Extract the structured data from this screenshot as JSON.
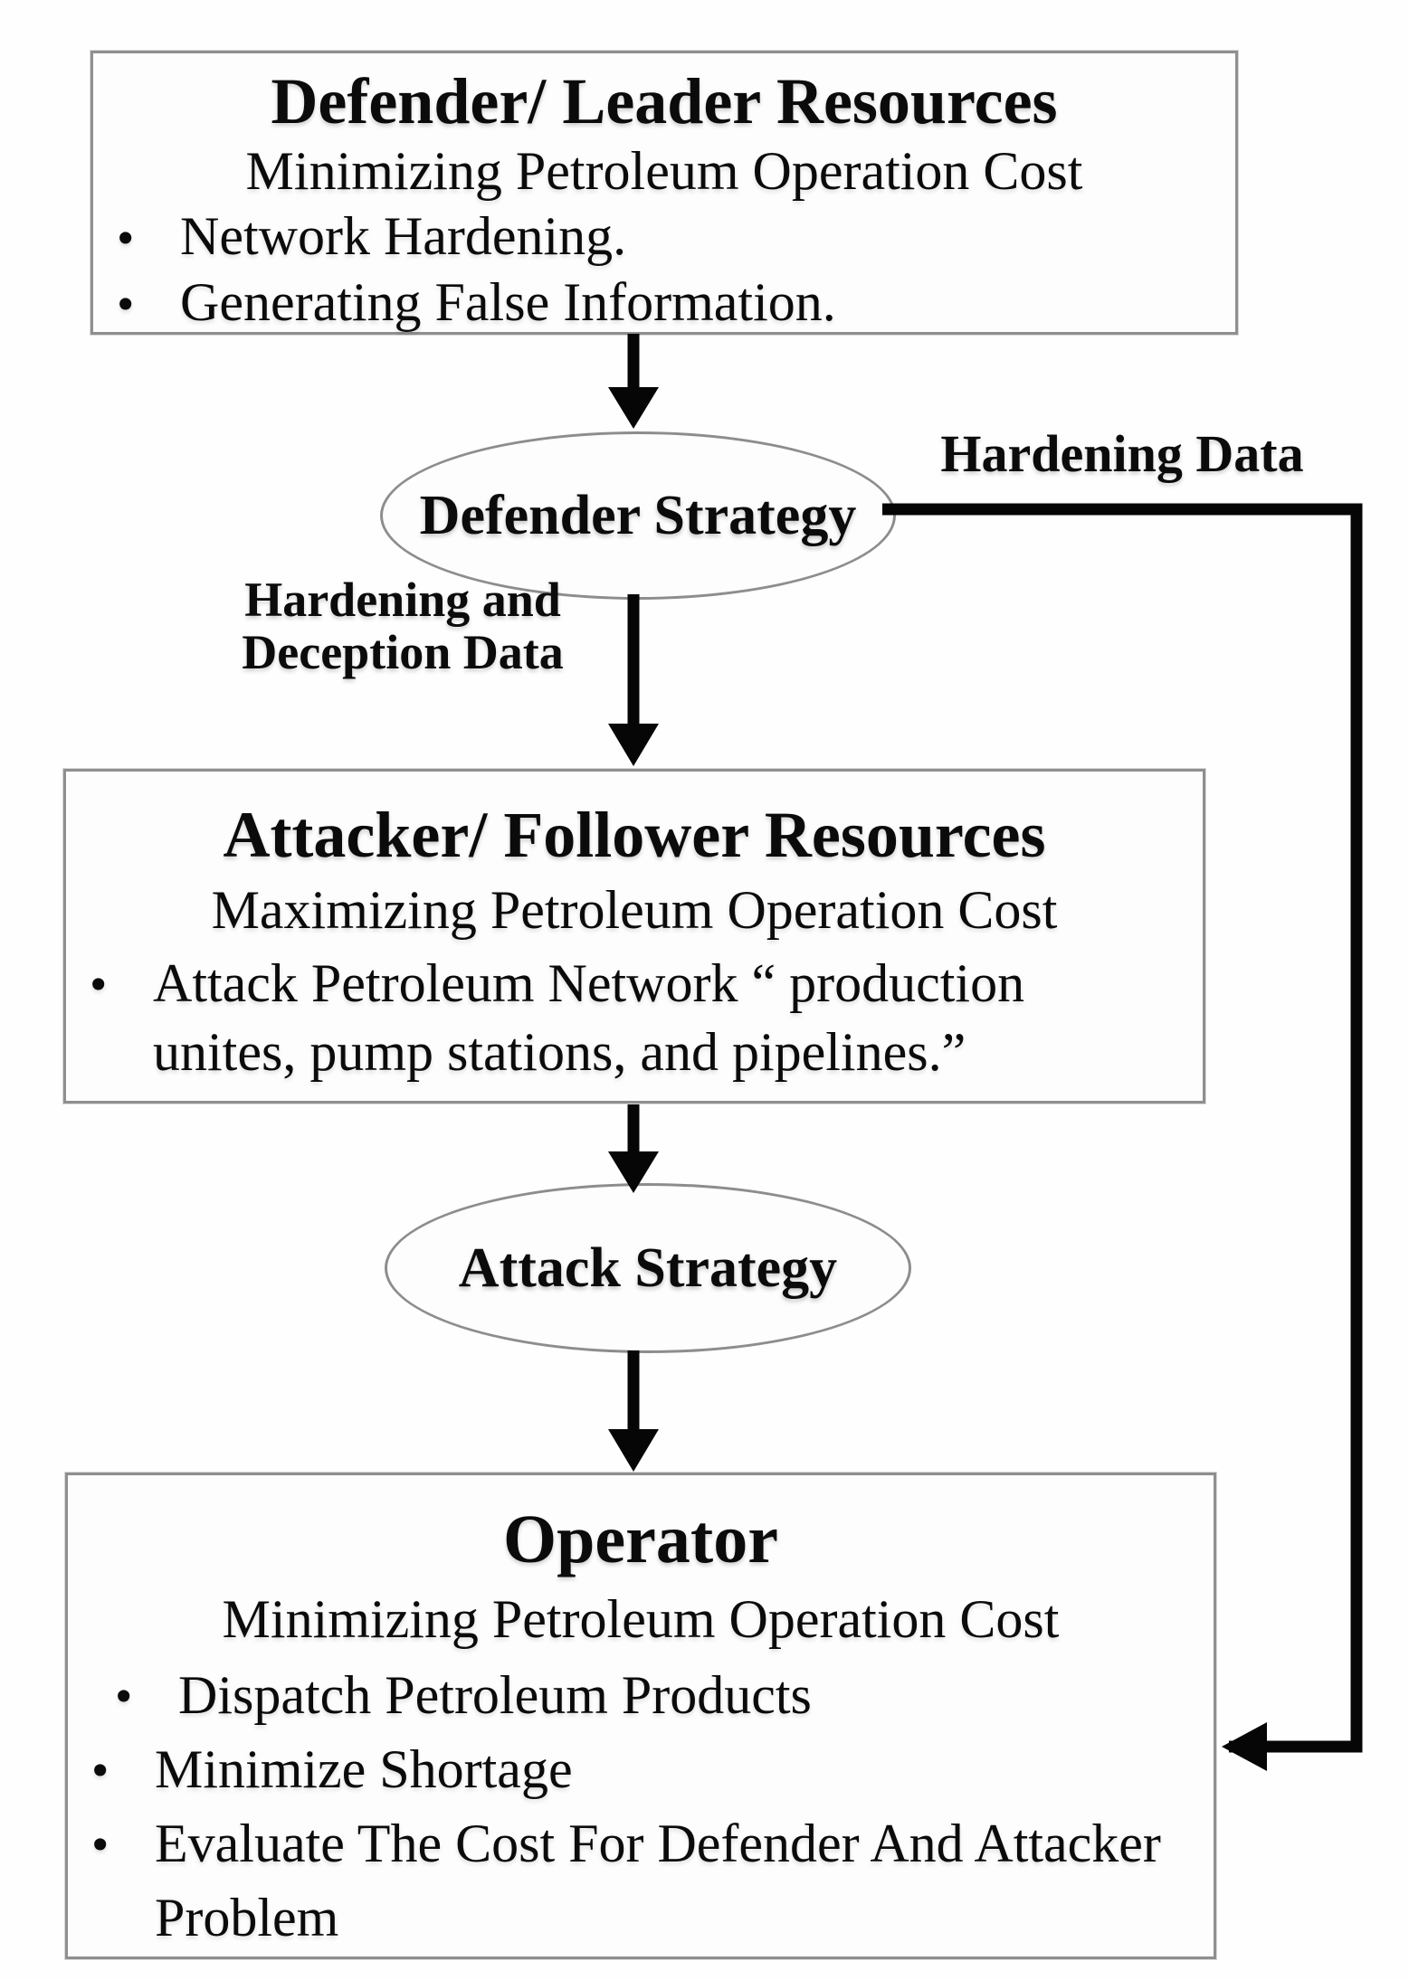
{
  "diagram": {
    "nodes": {
      "defender": {
        "title": "Defender/ Leader Resources",
        "subtitle": "Minimizing Petroleum Operation Cost",
        "bullets": [
          "Network Hardening.",
          "Generating False Information."
        ]
      },
      "defender_strategy": {
        "label": "Defender Strategy"
      },
      "attacker": {
        "title": "Attacker/ Follower Resources",
        "subtitle": "Maximizing Petroleum Operation Cost",
        "bullets": [
          "Attack Petroleum Network “ production unites, pump stations, and pipelines.”"
        ]
      },
      "attack_strategy": {
        "label": "Attack Strategy"
      },
      "operator": {
        "title": "Operator",
        "subtitle": "Minimizing Petroleum Operation Cost",
        "bullets": [
          "Dispatch Petroleum Products",
          "Minimize Shortage",
          "Evaluate The Cost For Defender And Attacker Problem"
        ]
      }
    },
    "edge_labels": {
      "hardening_data": "Hardening Data",
      "hardening_and_deception_line1": "Hardening and",
      "hardening_and_deception_line2": "Deception Data"
    },
    "colors": {
      "arrow": "#060606",
      "box_border": "#8f8f8f",
      "ellipse_border": "#8d8d8d",
      "text": "#0b0b0b",
      "background": "#ffffff"
    }
  }
}
